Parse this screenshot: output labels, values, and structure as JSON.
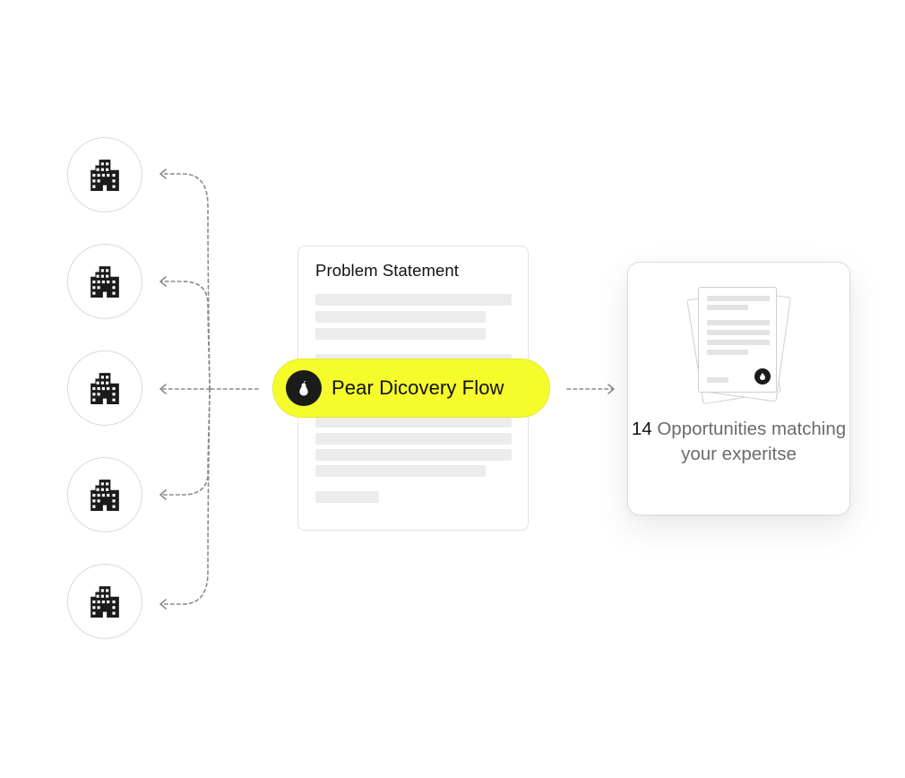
{
  "companies": [
    {
      "icon": "building-icon"
    },
    {
      "icon": "building-icon"
    },
    {
      "icon": "building-icon"
    },
    {
      "icon": "building-icon"
    },
    {
      "icon": "building-icon"
    }
  ],
  "document": {
    "title": "Problem Statement"
  },
  "flow": {
    "label": "Pear Dicovery Flow",
    "icon": "pear-icon",
    "color": "#f6fb2c"
  },
  "result": {
    "count": "14",
    "text": "Opportunities matching your experitse",
    "icon": "document-stack-icon"
  }
}
